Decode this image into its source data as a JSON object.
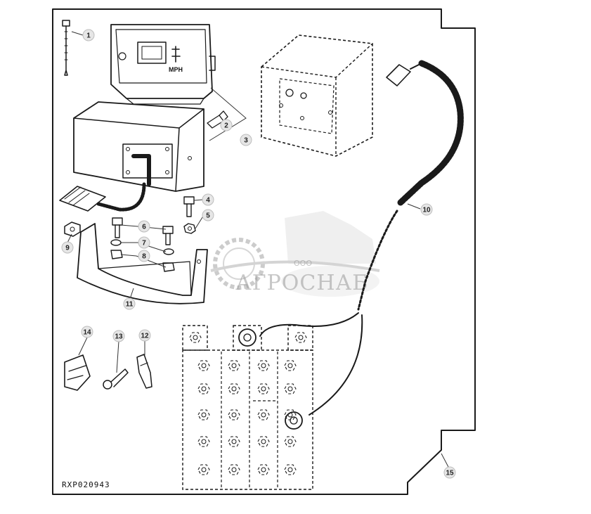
{
  "figure": {
    "code": "RXP020943",
    "watermark": {
      "small": "ООО",
      "name": "АГРОСНАБ"
    },
    "display_label": "MPH",
    "callouts": [
      {
        "id": "c1",
        "num": "1"
      },
      {
        "id": "c2",
        "num": "2"
      },
      {
        "id": "c3",
        "num": "3"
      },
      {
        "id": "c4",
        "num": "4"
      },
      {
        "id": "c5",
        "num": "5"
      },
      {
        "id": "c6",
        "num": "6"
      },
      {
        "id": "c7",
        "num": "7"
      },
      {
        "id": "c8",
        "num": "8"
      },
      {
        "id": "c9",
        "num": "9"
      },
      {
        "id": "c10",
        "num": "10"
      },
      {
        "id": "c11",
        "num": "11"
      },
      {
        "id": "c12",
        "num": "12"
      },
      {
        "id": "c13",
        "num": "13"
      },
      {
        "id": "c14",
        "num": "14"
      },
      {
        "id": "c15",
        "num": "15"
      }
    ]
  }
}
